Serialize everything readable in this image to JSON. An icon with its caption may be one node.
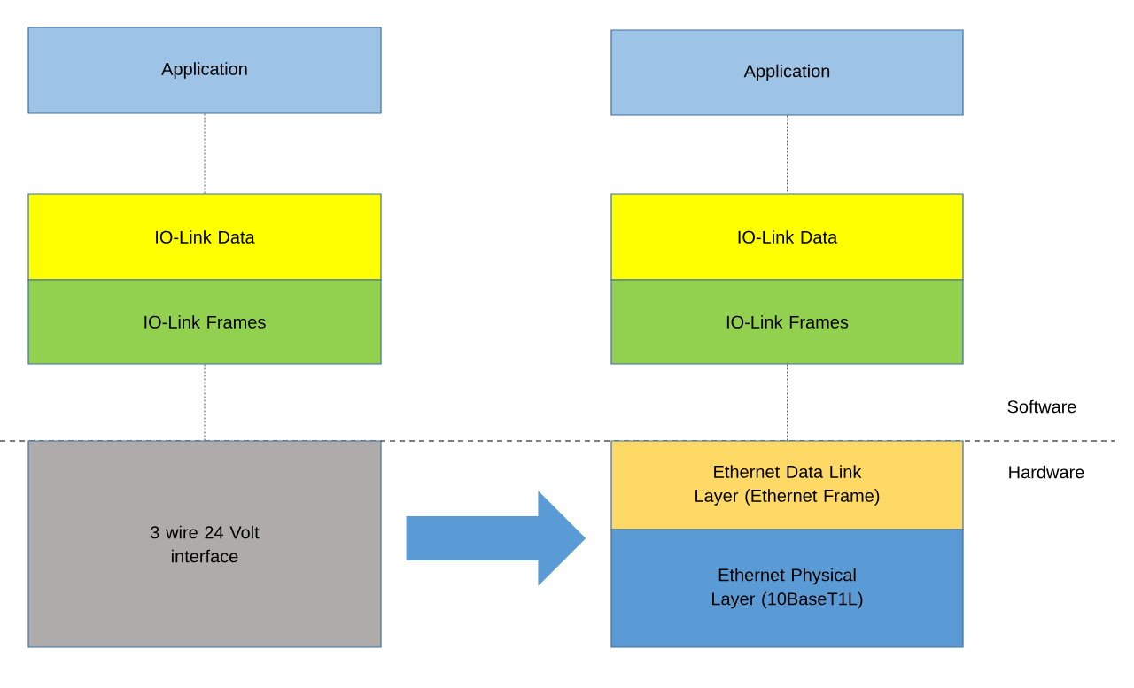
{
  "diagram": {
    "nodes": [
      {
        "text": [
          "Application"
        ]
      },
      {
        "text": [
          "IO-Link Data"
        ]
      },
      {
        "text": [
          "IO-Link Frames"
        ]
      },
      {
        "text": [
          "3 wire 24 Volt interface"
        ]
      },
      {
        "text": [
          "Application"
        ]
      },
      {
        "text": [
          "IO-Link Data"
        ]
      },
      {
        "text": [
          "IO-Link Frames"
        ]
      },
      {
        "text": [
          "Ethernet Data Link Layer (Ethernet Frame)"
        ]
      },
      {
        "text": [
          "Ethernet Physical Layer (10BaseT1L)"
        ]
      }
    ],
    "edges": [
      {
        "from": 0,
        "to": 1,
        "arrow": "none",
        "style": "dashed"
      },
      {
        "from": 2,
        "to": 3,
        "arrow": "none",
        "style": "dashed"
      },
      {
        "from": 4,
        "to": 5,
        "arrow": "none",
        "style": "dashed"
      },
      {
        "from": 6,
        "to": 7,
        "arrow": "none",
        "style": "dashed"
      },
      {
        "from": 3,
        "to": 8,
        "arrow": "to",
        "style": "thick",
        "color": "#5b9bd5"
      }
    ],
    "labels": [
      "Software",
      "Hardware"
    ]
  }
}
